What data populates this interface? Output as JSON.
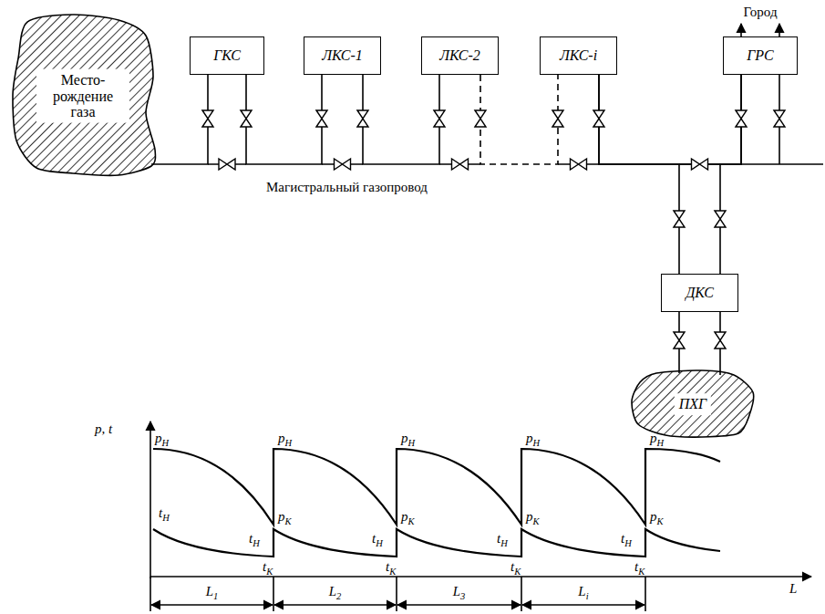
{
  "diagram": {
    "nodes": [
      {
        "text": [
          "Место- рождение газа"
        ]
      },
      {
        "text": [
          "ГКС"
        ]
      },
      {
        "text": [
          "ЛКС-1"
        ]
      },
      {
        "text": [
          "ЛКС-2"
        ]
      },
      {
        "text": [
          "ЛКС-i"
        ]
      },
      {
        "text": [
          "ГРС"
        ]
      },
      {
        "text": [
          "ДКС"
        ]
      },
      {
        "text": [
          "ПХГ"
        ]
      }
    ],
    "edges": [
      {
        "from": 0,
        "to": 1,
        "arrow": "none"
      },
      {
        "from": 1,
        "to": 2,
        "arrow": "none"
      },
      {
        "from": 2,
        "to": 3,
        "arrow": "none"
      },
      {
        "from": 3,
        "to": 4,
        "arrow": "none"
      },
      {
        "from": 4,
        "to": 5,
        "arrow": "none"
      },
      {
        "from": 4,
        "to": 6,
        "arrow": "none"
      },
      {
        "from": 6,
        "to": 5,
        "arrow": "none"
      },
      {
        "from": 6,
        "to": 7,
        "arrow": "none"
      }
    ],
    "labels": [
      "Город",
      "Магистральный газопровод",
      "p, t",
      "pН",
      "pН",
      "pН",
      "pН",
      "pН",
      "tН",
      "tН",
      "tН",
      "tН",
      "tН",
      "pК",
      "pК",
      "pК",
      "pК",
      "tК",
      "tК",
      "tК",
      "tК",
      "L1",
      "L2",
      "L3",
      "Li",
      "L"
    ]
  }
}
